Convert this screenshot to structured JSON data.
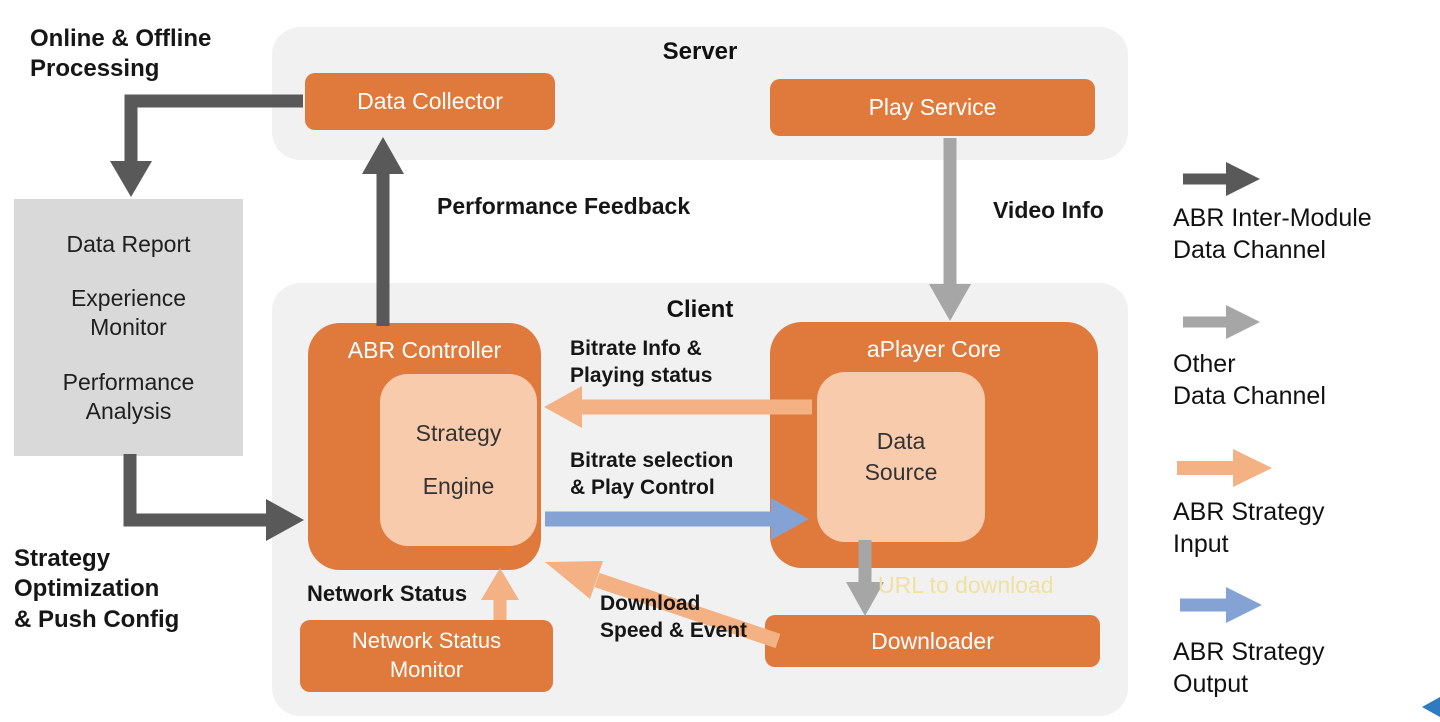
{
  "diagram": {
    "server": {
      "title": "Server",
      "data_collector": "Data Collector",
      "play_service": "Play Service"
    },
    "client": {
      "title": "Client",
      "abr_controller": "ABR Controller",
      "strategy_engine": {
        "line1": "Strategy",
        "line2": "Engine"
      },
      "aplayer_core": "aPlayer Core",
      "data_source": {
        "line1": "Data",
        "line2": "Source"
      },
      "network_status_monitor": {
        "line1": "Network Status",
        "line2": "Monitor"
      },
      "downloader": "Downloader"
    },
    "offline_panel": {
      "items": [
        "Data Report",
        "Experience Monitor",
        "Performance Analysis"
      ]
    },
    "labels": {
      "online_offline": {
        "line1": "Online & Offline",
        "line2": "Processing"
      },
      "strategy_opt": {
        "line1": "Strategy",
        "line2": "Optimization",
        "line3": "& Push Config"
      },
      "performance_feedback": "Performance Feedback",
      "video_info": "Video Info",
      "bitrate_info": {
        "line1": "Bitrate Info &",
        "line2": "Playing status"
      },
      "bitrate_selection": {
        "line1": "Bitrate selection",
        "line2": "& Play Control"
      },
      "network_status": "Network Status",
      "download_speed": {
        "line1": "Download",
        "line2": "Speed & Event"
      },
      "url_to_download": "URL to download"
    },
    "legend": {
      "inter_module": {
        "line1": "ABR Inter-Module",
        "line2": "Data Channel"
      },
      "other": {
        "line1": "Other",
        "line2": "Data Channel"
      },
      "input": {
        "line1": "ABR Strategy",
        "line2": "Input"
      },
      "output": {
        "line1": "ABR Strategy",
        "line2": "Output"
      }
    },
    "colors": {
      "box_orange": "#E0793C",
      "box_peach": "#F8CBAD",
      "container_gray": "#F1F1F1",
      "panel_gray": "#D9D9D9",
      "arrow_dark": "#595959",
      "arrow_gray": "#A6A6A6",
      "arrow_peach": "#F4B183",
      "arrow_blue": "#84A3D4",
      "url_text_yellow": "#F0E0A2",
      "corner_marker_blue": "#2E7BC0"
    }
  }
}
